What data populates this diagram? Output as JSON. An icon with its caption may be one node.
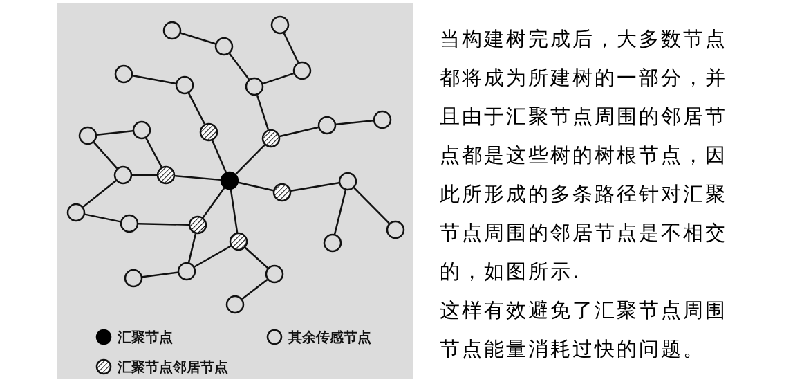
{
  "diagram": {
    "nodes": [
      {
        "text": [],
        "shape": "dot"
      },
      {
        "text": [],
        "shape": "hatched"
      },
      {
        "text": [],
        "shape": "hatched"
      },
      {
        "text": [],
        "shape": "hatched"
      },
      {
        "text": [],
        "shape": "hatched"
      },
      {
        "text": [],
        "shape": "hatched"
      },
      {
        "text": [],
        "shape": "hatched"
      },
      {
        "text": [],
        "shape": "circle"
      },
      {
        "text": [],
        "shape": "circle"
      },
      {
        "text": [],
        "shape": "circle"
      },
      {
        "text": [],
        "shape": "circle"
      },
      {
        "text": [],
        "shape": "circle"
      },
      {
        "text": [],
        "shape": "circle"
      },
      {
        "text": [],
        "shape": "circle"
      },
      {
        "text": [],
        "shape": "circle"
      },
      {
        "text": [],
        "shape": "circle"
      },
      {
        "text": [],
        "shape": "circle"
      },
      {
        "text": [],
        "shape": "circle"
      },
      {
        "text": [],
        "shape": "circle"
      },
      {
        "text": [],
        "shape": "circle"
      },
      {
        "text": [],
        "shape": "circle"
      },
      {
        "text": [],
        "shape": "circle"
      },
      {
        "text": [],
        "shape": "circle"
      },
      {
        "text": [],
        "shape": "circle"
      },
      {
        "text": [],
        "shape": "circle"
      },
      {
        "text": [],
        "shape": "circle"
      },
      {
        "text": [],
        "shape": "circle"
      },
      {
        "text": [],
        "shape": "circle"
      }
    ],
    "edges": [
      {
        "from": 0,
        "to": 1,
        "arrow": "none"
      },
      {
        "from": 0,
        "to": 2,
        "arrow": "none"
      },
      {
        "from": 0,
        "to": 3,
        "arrow": "none"
      },
      {
        "from": 0,
        "to": 4,
        "arrow": "none"
      },
      {
        "from": 0,
        "to": 5,
        "arrow": "none"
      },
      {
        "from": 0,
        "to": 6,
        "arrow": "none"
      },
      {
        "from": 1,
        "to": 12,
        "arrow": "none"
      },
      {
        "from": 12,
        "to": 11,
        "arrow": "none"
      },
      {
        "from": 2,
        "to": 13,
        "arrow": "none"
      },
      {
        "from": 13,
        "to": 9,
        "arrow": "none"
      },
      {
        "from": 9,
        "to": 7,
        "arrow": "none"
      },
      {
        "from": 13,
        "to": 10,
        "arrow": "none"
      },
      {
        "from": 10,
        "to": 8,
        "arrow": "none"
      },
      {
        "from": 2,
        "to": 14,
        "arrow": "none"
      },
      {
        "from": 14,
        "to": 15,
        "arrow": "none"
      },
      {
        "from": 3,
        "to": 17,
        "arrow": "none"
      },
      {
        "from": 17,
        "to": 16,
        "arrow": "none"
      },
      {
        "from": 16,
        "to": 18,
        "arrow": "none"
      },
      {
        "from": 3,
        "to": 18,
        "arrow": "none"
      },
      {
        "from": 18,
        "to": 20,
        "arrow": "none"
      },
      {
        "from": 20,
        "to": 21,
        "arrow": "none"
      },
      {
        "from": 21,
        "to": 5,
        "arrow": "none"
      },
      {
        "from": 4,
        "to": 19,
        "arrow": "none"
      },
      {
        "from": 19,
        "to": 23,
        "arrow": "none"
      },
      {
        "from": 19,
        "to": 22,
        "arrow": "none"
      },
      {
        "from": 5,
        "to": 24,
        "arrow": "none"
      },
      {
        "from": 24,
        "to": 26,
        "arrow": "none"
      },
      {
        "from": 6,
        "to": 24,
        "arrow": "none"
      },
      {
        "from": 6,
        "to": 25,
        "arrow": "none"
      },
      {
        "from": 25,
        "to": 27,
        "arrow": "none"
      }
    ],
    "labels": [
      "当构建树完成后，大多数节点都将成为所建树的一部分，并且由于汇聚节点周围的邻居节点都是这些树的树根节点，因此所形成的多条路径针对汇聚节点周围的邻居节点是不相交的，如图所示.",
      "这样有效避免了汇聚节点周围节点能量消耗过快的问题。"
    ],
    "legend": [
      {
        "text": "汇聚节点"
      },
      {
        "text": "其余传感节点"
      },
      {
        "text": "汇聚节点邻居节点"
      }
    ]
  }
}
